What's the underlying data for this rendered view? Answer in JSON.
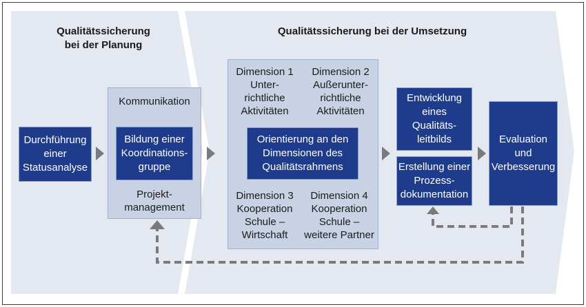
{
  "diagram": {
    "colors": {
      "background_light": "#e4e9f1",
      "panel": "#c8d2e4",
      "box": "#1f3b8c",
      "arrow": "#808080",
      "divider": "#ffffff"
    },
    "phase_planning": {
      "title": "Qualitätssicherung\nbei der Planung"
    },
    "phase_implementation": {
      "title": "Qualitätssicherung bei der Umsetzung"
    },
    "statusanalyse": {
      "label": "Durchführung\neiner\nStatusanalyse"
    },
    "planning_panel": {
      "top_label": "Kommunikation",
      "box_label": "Bildung einer\nKoordinations-\ngruppe",
      "bottom_label": "Projekt-\nmanagement"
    },
    "dimensions_panel": {
      "dim1": "Dimension 1\nUnter-\nrichtliche\nAktivitäten",
      "dim2": "Dimension 2\nAußerunter-\nrichtliche\nAktivitäten",
      "center_box": "Orientierung an den\nDimensionen des\nQualitätsrahmens",
      "dim3": "Dimension 3\nKooperation\nSchule –\nWirtschaft",
      "dim4": "Dimension 4\nKooperation\nSchule –\nweitere Partner"
    },
    "leitbild": {
      "label": "Entwicklung\neines\nQualitäts-\nleitbilds"
    },
    "prozessdoku": {
      "label": "Erstellung einer\nProzess-\ndokumentation"
    },
    "evaluation": {
      "label": "Evaluation\nund\nVerbesserung"
    }
  }
}
